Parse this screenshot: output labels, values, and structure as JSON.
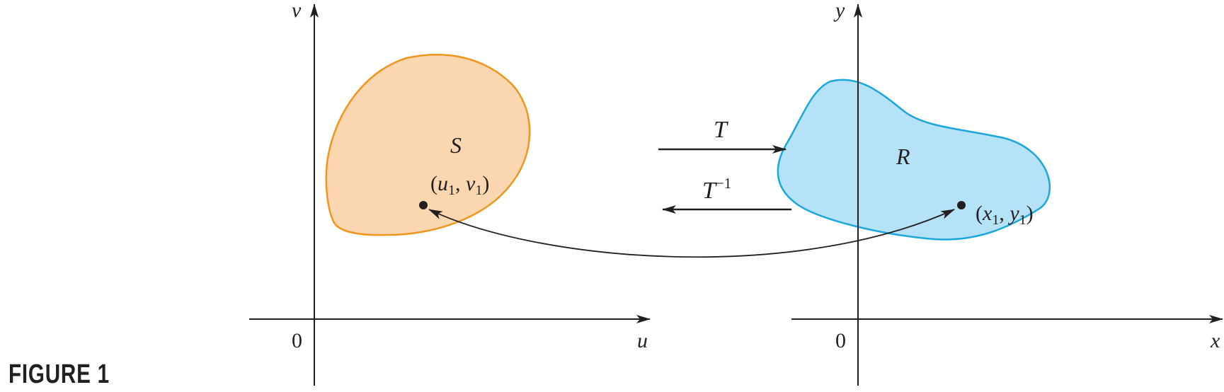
{
  "figure_label": "FIGURE 1",
  "left_plane": {
    "x_axis_label": "u",
    "y_axis_label": "v",
    "origin_label": "0",
    "region_label": "S",
    "point_label": {
      "open": "(",
      "var1": "u",
      "sub1": "1",
      "comma": ", ",
      "var2": "v",
      "sub2": "1",
      "close": ")"
    }
  },
  "right_plane": {
    "x_axis_label": "x",
    "y_axis_label": "y",
    "origin_label": "0",
    "region_label": "R",
    "point_label": {
      "open": "(",
      "var1": "x",
      "sub1": "1",
      "comma": ", ",
      "var2": "y",
      "sub2": "1",
      "close": ")"
    }
  },
  "transform": {
    "forward_label": "T",
    "inverse_label": "T",
    "inverse_exponent": "−1"
  },
  "colors": {
    "region_s_fill": "#fad7b0",
    "region_s_stroke": "#f0961e",
    "region_r_fill": "#b5e2f7",
    "region_r_stroke": "#1ba6dc",
    "ink": "#231f20"
  }
}
